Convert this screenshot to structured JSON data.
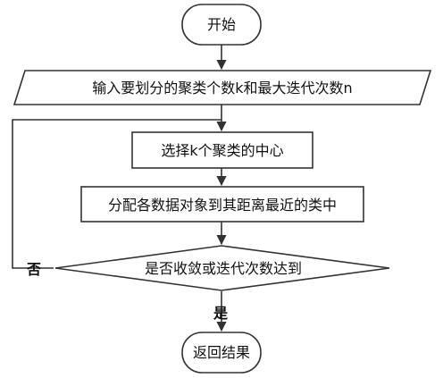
{
  "flowchart": {
    "start": "开始",
    "input": "输入要划分的聚类个数k和最大迭代次数n",
    "select_centers": "选择k个聚类的中心",
    "assign": "分配各数据对象到其距离最近的类中",
    "decision": "是否收敛或迭代次数达到",
    "end": "返回结果",
    "label_no": "否",
    "label_yes": "是"
  },
  "colors": {
    "stroke": "#333333",
    "fill": "#ffffff",
    "text": "#111111"
  }
}
